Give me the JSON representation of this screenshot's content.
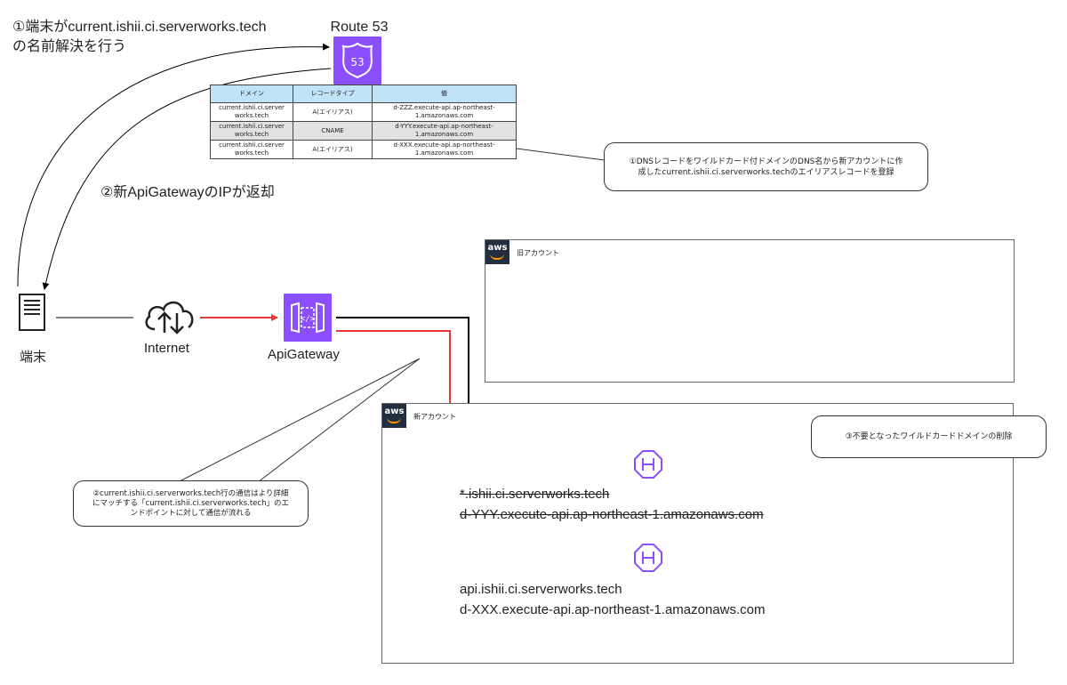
{
  "steps": {
    "resolve": "①端末がcurrent.ishii.ci.serverworks.tech\nの名前解決を行う",
    "return_ip": "②新ApiGatewayのIPが返却"
  },
  "route53": {
    "label": "Route 53",
    "badge": "53",
    "icon": "route53-shield-icon"
  },
  "dns_table": {
    "headers": [
      "ドメイン",
      "レコードタイプ",
      "値"
    ],
    "rows": [
      {
        "domain": "current.ishii.ci.server\nworks.tech",
        "type": "A(エイリアス)",
        "value": "d-ZZZ.execute-api.ap-northeast-\n1.amazonaws.com"
      },
      {
        "domain": "current.ishii.ci.server\nworks.tech",
        "type": "CNAME",
        "value": "d-YYY.execute-api.ap-northeast-\n1.amazonaws.com"
      },
      {
        "domain": "current.ishii.ci.server\nworks.tech",
        "type": "A(エイリアス)",
        "value": "d-XXX.execute-api.ap-northeast-\n1.amazonaws.com"
      }
    ]
  },
  "callouts": {
    "dns_record": "①DNSレコードをワイルドカード付ドメインのDNS名から新アカウントに作\n成したcurrent.ishii.ci.serverworks.techのエイリアスレコードを登録",
    "traffic": "②current.ishii.ci.serverworks.tech行の通信はより詳細\nにマッチする「current.ishii.ci.serverworks.tech」のエ\nンドポイントに対して通信が流れる",
    "delete_wildcard": "③不要となったワイルドカードドメインの削除"
  },
  "nodes": {
    "terminal": "端末",
    "internet": "Internet",
    "apigateway": "ApiGateway"
  },
  "accounts": {
    "old": "旧アカウント",
    "new": "新アカウント",
    "logo": "aws"
  },
  "endpoints": {
    "old_domain": "*.ishii.ci.serverworks.tech",
    "old_target": "d-YYY.execute-api.ap-northeast-1.amazonaws.com",
    "new_domain": "api.ishii.ci.serverworks.tech",
    "new_target": "d-XXX.execute-api.ap-northeast-1.amazonaws.com"
  },
  "colors": {
    "route_purple": "#8c4fff",
    "red_path": "#e53935",
    "black_path": "#000000",
    "table_header": "#bfe3f7",
    "aws_dark": "#232f3e",
    "aws_orange": "#ff9900"
  }
}
